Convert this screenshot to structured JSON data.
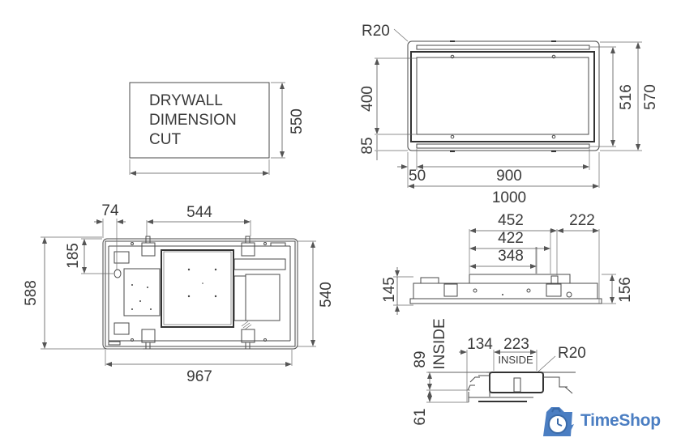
{
  "drywall_cut": {
    "label_lines": [
      "DRYWALL",
      "DIMENSION",
      "CUT"
    ],
    "height": "550"
  },
  "top_view": {
    "corner_radius": "R20",
    "dims": {
      "inner_height": "400",
      "offset_bottom": "85",
      "frame_height": "516",
      "overall_height": "570",
      "offset_left": "50",
      "inner_width": "900",
      "overall_width": "1000"
    }
  },
  "plan_view": {
    "dims": {
      "offset_left": "74",
      "bracket_spacing": "544",
      "offset_top": "185",
      "overall_height": "588",
      "body_height": "540",
      "body_width": "967"
    }
  },
  "side_view": {
    "dims": {
      "width_452": "452",
      "width_422": "422",
      "width_348": "348",
      "right_222": "222",
      "height_145": "145",
      "height_156": "156"
    }
  },
  "section_view": {
    "inside_label_vertical": "INSIDE",
    "inside_label_horizontal": "INSIDE",
    "corner_radius": "R20",
    "dims": {
      "offset_134": "134",
      "inside_223": "223",
      "height_89": "89",
      "height_61": "61"
    }
  },
  "logo": {
    "text": "TimeShop",
    "brand_color": "#4b7ec2",
    "icon": "clock-bag-icon"
  }
}
